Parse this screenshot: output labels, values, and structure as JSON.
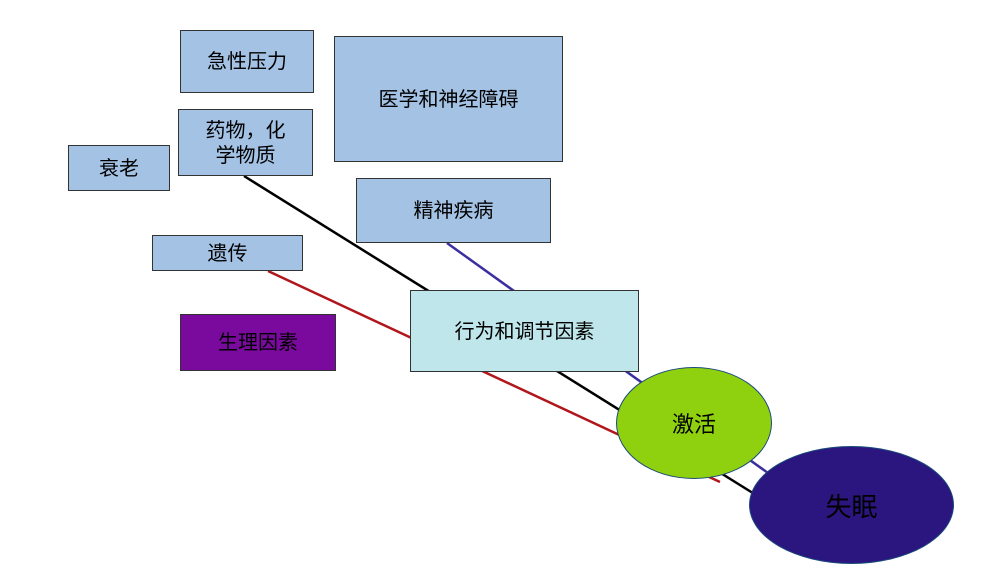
{
  "diagram": {
    "nodes": {
      "acute_stress": "急性压力",
      "medical_neuro": "医学和神经障碍",
      "drugs_line1": "药物，化",
      "drugs_line2": "学物质",
      "aging": "衰老",
      "mental_illness": "精神疾病",
      "genetics": "遗传",
      "physiological": "生理因素",
      "behavioral": "行为和调节因素",
      "activation": "激活",
      "insomnia": "失眠"
    },
    "colors": {
      "box_blue": "#a4c2e4",
      "box_cyan": "#bfe6ea",
      "box_purple": "#7a0a9e",
      "activation_fill": "#8fd10f",
      "insomnia_fill": "#2b1680",
      "line_black": "#000000",
      "line_red": "#b0161b",
      "line_blue": "#3b2fa0"
    }
  }
}
